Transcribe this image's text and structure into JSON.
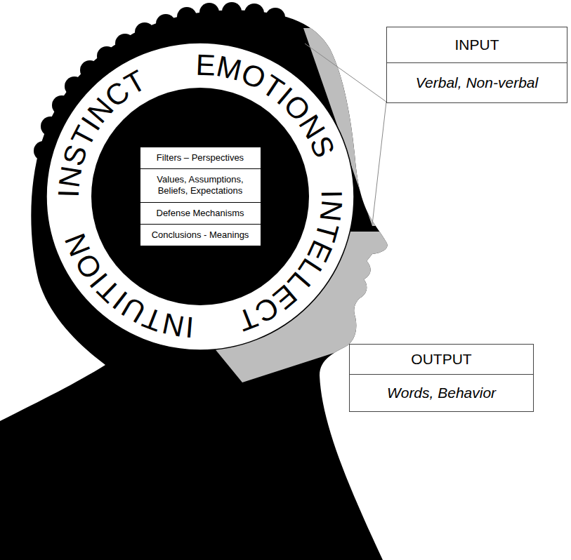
{
  "diagram": {
    "nodes": [
      {
        "text": [
          "INSTINCT",
          "EMOTIONS",
          "INTELLECT",
          "INTUITION"
        ]
      },
      {
        "text": [
          "Filters – Perspectives"
        ],
        "in": 0
      },
      {
        "text": [
          "Values, Assumptions, Beliefs, Expectations"
        ],
        "in": 0
      },
      {
        "text": [
          "Defense Mechanisms"
        ],
        "in": 0
      },
      {
        "text": [
          "Conclusions - Meanings"
        ],
        "in": 0
      },
      {
        "text": [
          "INPUT",
          "Verbal, Non-verbal"
        ]
      },
      {
        "text": [
          "OUTPUT",
          "Words, Behavior"
        ]
      }
    ]
  }
}
